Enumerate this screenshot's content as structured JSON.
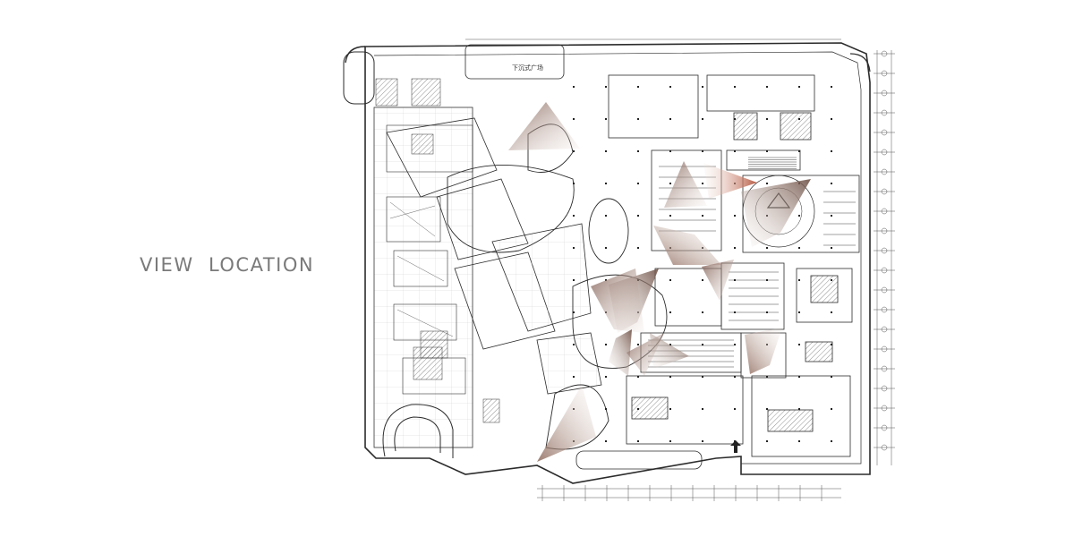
{
  "heading": "VIEW  LOCATION",
  "plaza_label": "下沉式广场",
  "colors": {
    "heading": "#7a7a7a",
    "linework": "#2b2b2b",
    "view_cone_light": "#d9cbc4",
    "view_cone_dark": "#8a6a5e",
    "view_cone_accent": "#b5533a"
  },
  "view_points": [
    {
      "id": "vp-north-west",
      "direction_deg": -120
    },
    {
      "id": "vp-south-west",
      "direction_deg": 150
    },
    {
      "id": "vp-center",
      "direction_deg": 200
    },
    {
      "id": "vp-north-east",
      "direction_deg": 0
    },
    {
      "id": "vp-east",
      "direction_deg": -30
    },
    {
      "id": "vp-south-east",
      "direction_deg": 90
    }
  ]
}
